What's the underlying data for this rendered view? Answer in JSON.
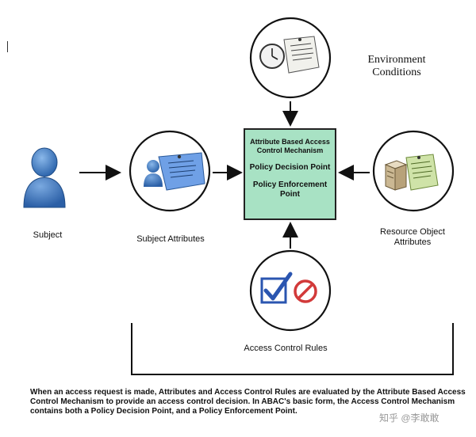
{
  "diagram": {
    "environment_label": "Environment Conditions",
    "subject_label": "Subject",
    "subject_attributes_label": "Subject Attributes",
    "resource_object_label": "Resource Object Attributes",
    "access_control_rules_label": "Access Control Rules",
    "abac_box": {
      "title": "Attribute Based Access Control Mechanism",
      "pdp": "Policy Decision Point",
      "pep": "Policy Enforcement Point"
    },
    "caption": "When an access request is made, Attributes and Access Control Rules are evaluated by the Attribute Based Access Control Mechanism to provide an access control decision.  In ABAC's basic form, the Access Control Mechanism contains both a Policy Decision Point, and a Policy Enforcement Point.",
    "watermark": "知乎 @李敢敢"
  },
  "colors": {
    "box_fill": "#a8e2c4",
    "person_blue": "#3f7cc0",
    "note_blue": "#6fa0e6",
    "note_green": "#cfe3a8",
    "check_blue": "#2a55b0",
    "prohibit_red": "#d23a3a"
  },
  "icons": [
    "person-icon",
    "clock-icon",
    "note-icon",
    "server-icon",
    "checkbox-icon",
    "prohibited-icon"
  ]
}
